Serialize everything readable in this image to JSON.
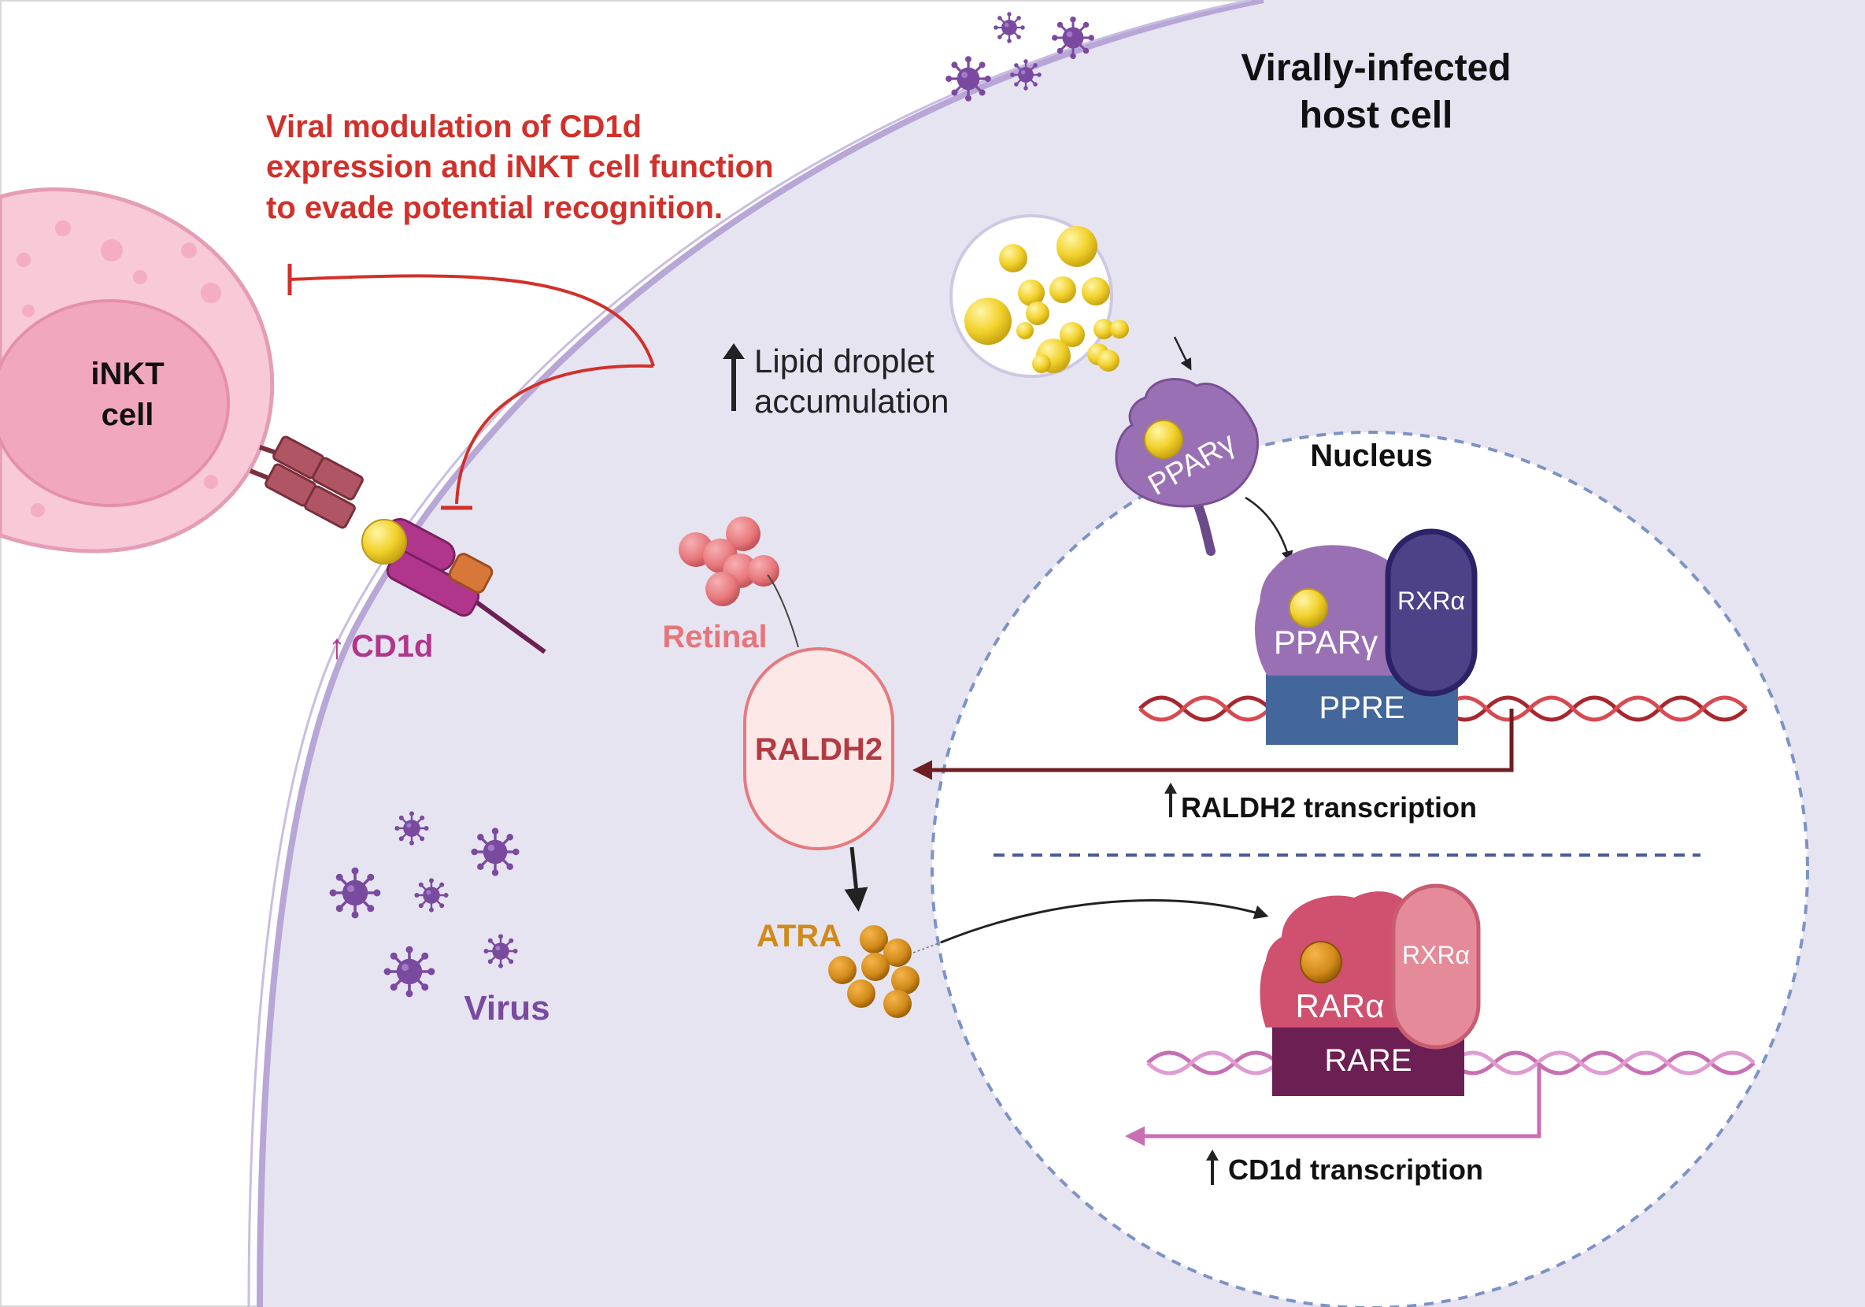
{
  "labels": {
    "host_cell_title_line1": "Virally-infected",
    "host_cell_title_line2": "host cell",
    "viral_modulation_line1": "Viral modulation of CD1d",
    "viral_modulation_line2": "expression and iNKT cell function",
    "viral_modulation_line3": "to evade potential recognition.",
    "inkt_line1": "iNKT",
    "inkt_line2": "cell",
    "cd1d": "CD1d",
    "lipid_line1": "Lipid droplet",
    "lipid_line2": "accumulation",
    "nucleus": "Nucleus",
    "ppary_bound": "PPARγ",
    "ppary_complex": "PPARγ",
    "rxra_top": "RXRα",
    "ppre": "PPRE",
    "raldh2_transcription": "RALDH2 transcription",
    "retinal": "Retinal",
    "raldh2": "RALDH2",
    "atra": "ATRA",
    "rara": "RARα",
    "rxra_bottom": "RXRα",
    "rare": "RARE",
    "cd1d_transcription": "CD1d transcription",
    "virus": "Virus",
    "up_arrow": "↑"
  },
  "colors": {
    "host_cell_fill": "#e6e4f1",
    "host_membrane": "#b7a6d6",
    "nucleus_border": "#7b93c6",
    "inhibition_red": "#d2302a",
    "inkt_fill": "#f8c9d6",
    "inkt_nucleus": "#f1a8bf",
    "cd1d_magenta": "#b0368c",
    "ppary_purple": "#9a70b4",
    "rxra_dark": "#4d4288",
    "ppre_blue": "#43679a",
    "dna_red": "#a8272e",
    "raldh2_text": "#b23b42",
    "retinal_pink": "#e6767b",
    "atra_orange": "#d18a1a",
    "rara_pink": "#d0506f",
    "rxra_pink": "#e48a98",
    "rare_plum": "#6c1f52",
    "dna_pink": "#c86eb4",
    "virus_purple": "#7a4aa0",
    "lipid_yellow": "#f2d22c"
  },
  "icons": [
    "virus-icon",
    "lipid-droplet-icon",
    "up-arrow-icon",
    "inhibition-arrow-icon",
    "dna-helix-icon"
  ]
}
